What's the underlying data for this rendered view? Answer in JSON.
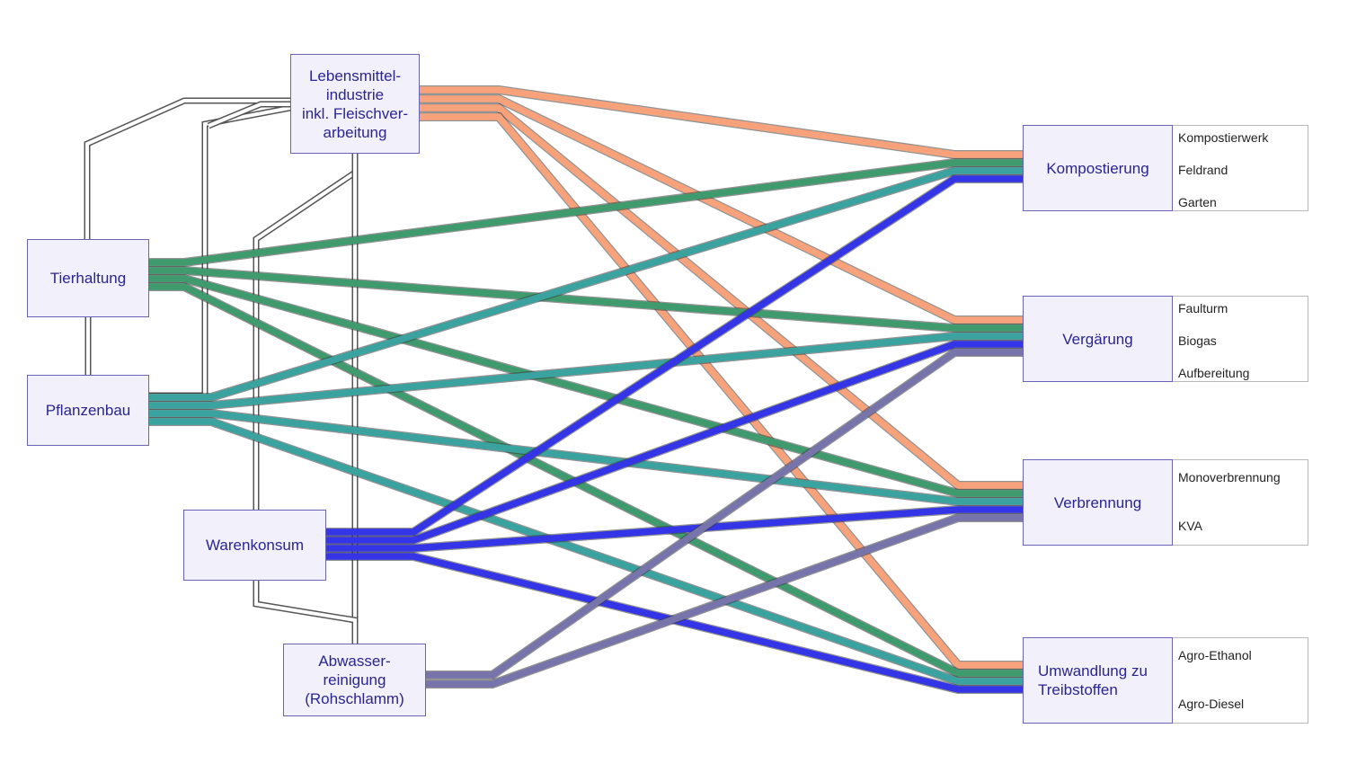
{
  "colors": {
    "food_industry": "#f7a27b",
    "animal": "#3f9a6e",
    "plant": "#3aa3a0",
    "consumer": "#3535e8",
    "sewage": "#7774ab",
    "node_border": "#6a63b8",
    "node_fill": "#f1f0fb",
    "node_text": "#2b2590"
  },
  "sources": {
    "lebensmittel": "Lebensmittel-\nindustrie\ninkl. Fleischver-\narbeitung",
    "tierhaltung": "Tierhaltung",
    "pflanzenbau": "Pflanzenbau",
    "warenkonsum": "Warenkonsum",
    "abwasser": "Abwasser-\nreinigung\n(Rohschlamm)"
  },
  "targets": {
    "kompostierung": {
      "label": "Kompostierung",
      "items": [
        "Kompostierwerk",
        "Feldrand",
        "Garten"
      ]
    },
    "vergaerung": {
      "label": "Vergärung",
      "items": [
        "Faulturm",
        "Biogas",
        "Aufbereitung"
      ]
    },
    "verbrennung": {
      "label": "Verbrennung",
      "items": [
        "Monoverbrennung",
        "KVA"
      ]
    },
    "umwandlung": {
      "label": "Umwandlung zu\nTreibstoffen",
      "items": [
        "Agro-Ethanol",
        "Agro-Diesel"
      ]
    }
  },
  "flows": [
    {
      "from": "lebensmittel",
      "to": "kompostierung"
    },
    {
      "from": "lebensmittel",
      "to": "vergaerung"
    },
    {
      "from": "lebensmittel",
      "to": "verbrennung"
    },
    {
      "from": "lebensmittel",
      "to": "umwandlung"
    },
    {
      "from": "tierhaltung",
      "to": "kompostierung"
    },
    {
      "from": "tierhaltung",
      "to": "vergaerung"
    },
    {
      "from": "tierhaltung",
      "to": "verbrennung"
    },
    {
      "from": "tierhaltung",
      "to": "umwandlung"
    },
    {
      "from": "pflanzenbau",
      "to": "kompostierung"
    },
    {
      "from": "pflanzenbau",
      "to": "vergaerung"
    },
    {
      "from": "pflanzenbau",
      "to": "verbrennung"
    },
    {
      "from": "pflanzenbau",
      "to": "umwandlung"
    },
    {
      "from": "warenkonsum",
      "to": "kompostierung"
    },
    {
      "from": "warenkonsum",
      "to": "vergaerung"
    },
    {
      "from": "warenkonsum",
      "to": "verbrennung"
    },
    {
      "from": "warenkonsum",
      "to": "umwandlung"
    },
    {
      "from": "abwasser",
      "to": "vergaerung"
    },
    {
      "from": "abwasser",
      "to": "verbrennung"
    }
  ]
}
